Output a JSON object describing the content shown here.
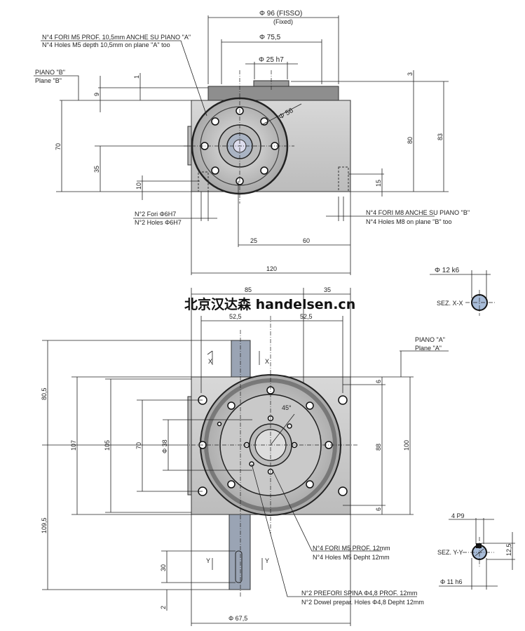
{
  "top_view": {
    "dia96": "Φ 96 (FISSO)",
    "fixed": "(Fixed)",
    "dia75": "Φ 75,5",
    "dia25": "Φ 25 h7",
    "m5_note_it": "N°4 FORI M5 PROF. 10,5mm ANCHE SU PIANO \"A\"",
    "m5_note_en": "N°4 Holes M5 depth 10,5mm on plane \"A\" too",
    "plane_b_it": "PIANO \"B\"",
    "plane_b_en": "Plane \"B\"",
    "d1": "1",
    "d9": "9",
    "d3": "3",
    "dia56": "Φ 56",
    "d70": "70",
    "d35": "35",
    "d10": "10",
    "d80": "80",
    "d83": "83",
    "d15": "15",
    "h6_note_it": "N°2 Fori Φ6H7",
    "h6_note_en": "N°2 Holes Φ6H7",
    "m8_note_it": "N°4 FORI M8 ANCHE SU PIANO \"B\"",
    "m8_note_en": "N°4 Holes M8 on plane \"B\" too",
    "d25": "25",
    "d60": "60",
    "d120": "120"
  },
  "section_xx": {
    "dia": "Φ 12 k6",
    "label": "SEZ. X-X"
  },
  "watermark": "北京汉达森 handelsen.cn",
  "front_view": {
    "d85": "85",
    "d35": "35",
    "d52a": "52,5",
    "d52b": "52,5",
    "plane_a_it": "PIANO \"A\"",
    "plane_a_en": "Plane \"A\"",
    "x": "X",
    "d80_5": "80,5",
    "d107": "107",
    "d105": "105",
    "d70": "70",
    "dia38": "Φ 38",
    "angle": "45°",
    "d88": "88",
    "d100": "100",
    "d6": "6",
    "d109_5": "109,5",
    "d30": "30",
    "d2": "2",
    "y": "Y",
    "dia67": "Φ 67,5",
    "m5_note_it": "N°4 FORI M5 PROF. 12mm",
    "m5_note_en": "N°4 Holes M5 Depht 12mm",
    "dowel_note_it": "N°2 PREFORI SPINA Φ4,8 PROF. 12mm",
    "dowel_note_en": "N°2 Dowel prepar. Holes Φ4,8 Depht 12mm"
  },
  "section_yy": {
    "key": "4 P9",
    "label": "SEZ. Y-Y",
    "d12_5": "12,5",
    "dia": "Φ 11 h6"
  },
  "colors": {
    "body": "#c8c8c8",
    "section": "#a8bcd8"
  }
}
